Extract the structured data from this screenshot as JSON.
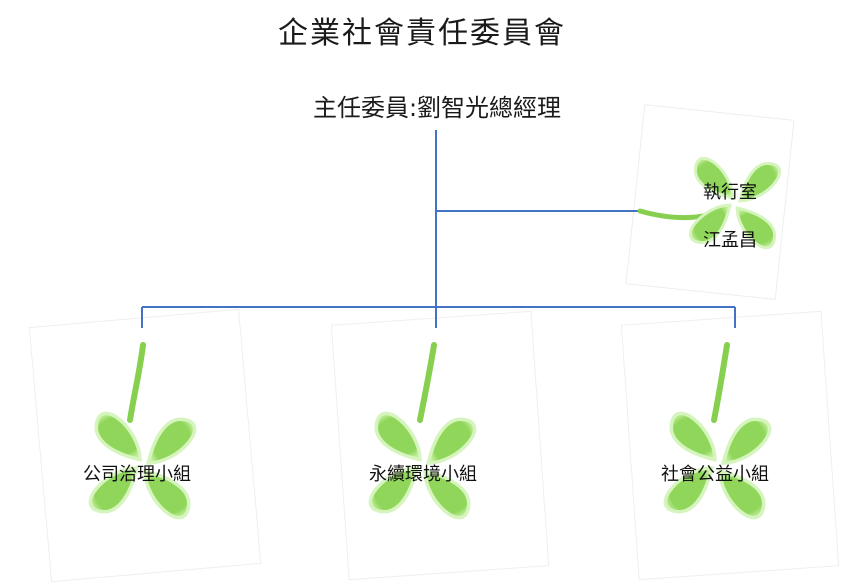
{
  "title": "企業社會責任委員會",
  "chairman": "主任委員:劉智光總經理",
  "executive_office": {
    "name": "執行室",
    "person": "江孟昌"
  },
  "groups": [
    {
      "label": "公司治理小組"
    },
    {
      "label": "永續環境小組"
    },
    {
      "label": "社會公益小組"
    }
  ],
  "colors": {
    "line": "#4472c4",
    "leaf": "#8fd65a",
    "leaf_edge": "#b9ea8f",
    "stem": "#86cf4f"
  }
}
